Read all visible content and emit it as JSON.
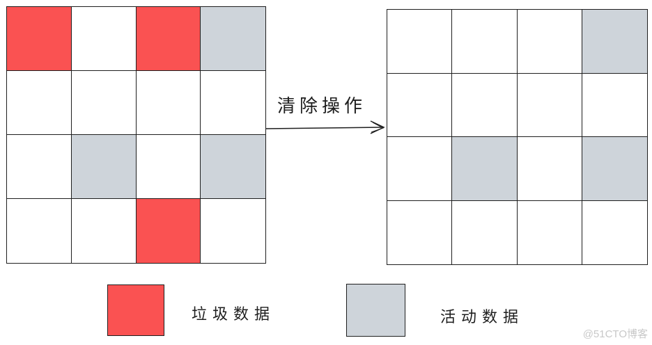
{
  "diagram": {
    "type": "memory-cleanup-illustration",
    "colors": {
      "garbage": "#fa5252",
      "active": "#ced4da",
      "empty": "#ffffff",
      "stroke": "#1e1e1e"
    },
    "before_grid": {
      "rows": 4,
      "cols": 4,
      "cells": [
        [
          "garbage",
          "empty",
          "garbage",
          "active"
        ],
        [
          "empty",
          "empty",
          "empty",
          "empty"
        ],
        [
          "empty",
          "active",
          "empty",
          "active"
        ],
        [
          "empty",
          "empty",
          "garbage",
          "empty"
        ]
      ]
    },
    "after_grid": {
      "rows": 4,
      "cols": 4,
      "cells": [
        [
          "empty",
          "empty",
          "empty",
          "active"
        ],
        [
          "empty",
          "empty",
          "empty",
          "empty"
        ],
        [
          "empty",
          "active",
          "empty",
          "active"
        ],
        [
          "empty",
          "empty",
          "empty",
          "empty"
        ]
      ]
    },
    "arrow": {
      "label": "清除操作",
      "direction": "right"
    },
    "legend": [
      {
        "key": "garbage",
        "label": "垃圾数据",
        "color": "#fa5252"
      },
      {
        "key": "active",
        "label": "活动数据",
        "color": "#ced4da"
      }
    ],
    "watermark": "@51CTO博客"
  }
}
